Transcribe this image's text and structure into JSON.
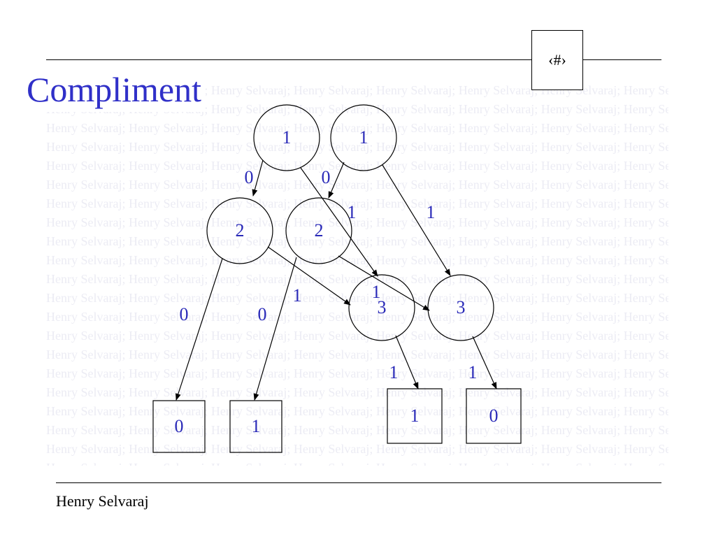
{
  "slide": {
    "title": "Compliment",
    "slide_number": "‹#›",
    "footer": "Henry Selvaraj",
    "watermark_unit": "Henry Selvaraj; "
  },
  "colors": {
    "title": "#3030c8",
    "label": "#2a2ab8",
    "watermark": "#ececf4",
    "line": "#000000"
  },
  "diagram": {
    "nodes": [
      {
        "id": "n1a",
        "shape": "circle",
        "label": "1"
      },
      {
        "id": "n1b",
        "shape": "circle",
        "label": "1"
      },
      {
        "id": "n2a",
        "shape": "circle",
        "label": "2"
      },
      {
        "id": "n2b",
        "shape": "circle",
        "label": "2"
      },
      {
        "id": "n3a",
        "shape": "circle",
        "label": "3"
      },
      {
        "id": "n3b",
        "shape": "circle",
        "label": "3"
      },
      {
        "id": "t0",
        "shape": "square",
        "label": "0"
      },
      {
        "id": "t1",
        "shape": "square",
        "label": "1"
      },
      {
        "id": "t1b",
        "shape": "square",
        "label": "1"
      },
      {
        "id": "t0b",
        "shape": "square",
        "label": "0"
      }
    ],
    "edges": [
      {
        "from": "n1a",
        "to": "n2a",
        "label": "0"
      },
      {
        "from": "n1a",
        "to": "n3a",
        "label": "1"
      },
      {
        "from": "n1b",
        "to": "n2b",
        "label": "0"
      },
      {
        "from": "n1b",
        "to": "n3b",
        "label": "1"
      },
      {
        "from": "n2a",
        "to": "t0",
        "label": "0"
      },
      {
        "from": "n2a",
        "to": "n3a",
        "label": "1"
      },
      {
        "from": "n2b",
        "to": "t1",
        "label": "0"
      },
      {
        "from": "n2b",
        "to": "n3b",
        "label": "1"
      },
      {
        "from": "n3a",
        "to": "t1b",
        "label": "1"
      },
      {
        "from": "n3b",
        "to": "t0b",
        "label": "1"
      }
    ]
  }
}
